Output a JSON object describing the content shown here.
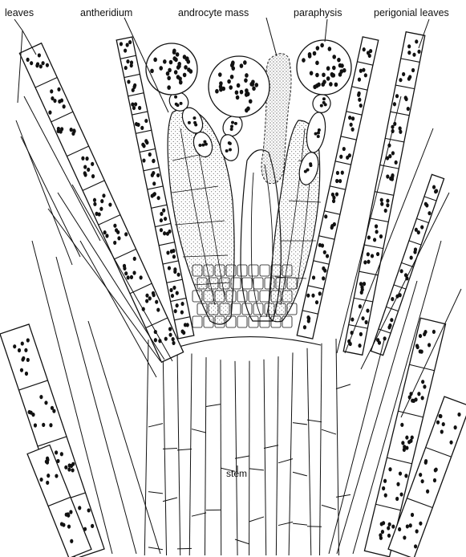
{
  "labels": {
    "leaves": "leaves",
    "antheridium": "antheridium",
    "androcyte_mass": "androcyte mass",
    "paraphysis": "paraphysis",
    "perigonial_leaves": "perigonial leaves",
    "stem": "stem"
  },
  "colors": {
    "ink": "#111111",
    "paper": "#ffffff",
    "stipple": "#555555"
  }
}
